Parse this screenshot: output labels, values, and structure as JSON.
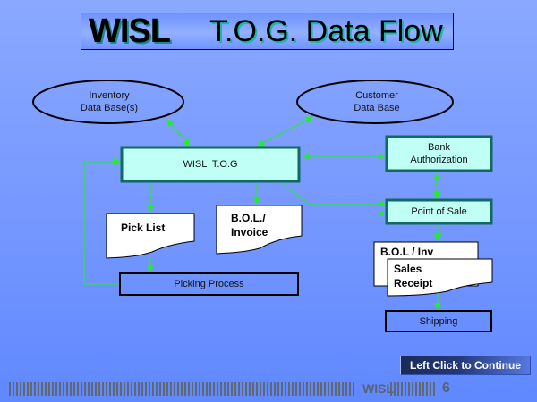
{
  "title": {
    "brand": "WISL",
    "text": "T.O.G. Data Flow"
  },
  "nodes": {
    "inventory_db": {
      "line1": "Inventory",
      "line2": "Data Base(s)",
      "shape": "ellipse"
    },
    "customer_db": {
      "line1": "Customer",
      "line2": "Data Base",
      "shape": "ellipse"
    },
    "wisl_tog": {
      "label": "WISL  T.O.G",
      "shape": "process"
    },
    "bank_auth": {
      "line1": "Bank",
      "line2": "Authorization",
      "shape": "process"
    },
    "point_of_sale": {
      "label": "Point of Sale",
      "shape": "process"
    },
    "pick_list": {
      "label": "Pick List",
      "shape": "document"
    },
    "bol_invoice": {
      "line1": "B.O.L./",
      "line2": "Invoice",
      "shape": "document"
    },
    "bol_inv": {
      "label": "B.O.L / Inv",
      "shape": "document"
    },
    "sales_receipt": {
      "line1": "Sales",
      "line2": "Receipt",
      "shape": "document"
    },
    "picking_process": {
      "label": "Picking Process",
      "shape": "box"
    },
    "shipping": {
      "label": "Shipping",
      "shape": "box"
    }
  },
  "edges": [
    {
      "from": "inventory_db",
      "to": "wisl_tog",
      "bidirectional": true
    },
    {
      "from": "customer_db",
      "to": "wisl_tog",
      "bidirectional": true
    },
    {
      "from": "wisl_tog",
      "to": "bank_auth",
      "bidirectional": true
    },
    {
      "from": "bank_auth",
      "to": "point_of_sale",
      "bidirectional": true
    },
    {
      "from": "wisl_tog",
      "to": "pick_list",
      "bidirectional": false
    },
    {
      "from": "wisl_tog",
      "to": "bol_invoice",
      "bidirectional": false
    },
    {
      "from": "wisl_tog",
      "to": "point_of_sale",
      "bidirectional": false
    },
    {
      "from": "bol_invoice",
      "to": "point_of_sale",
      "bidirectional": false
    },
    {
      "from": "pick_list",
      "to": "picking_process",
      "bidirectional": false
    },
    {
      "from": "picking_process",
      "to": "wisl_tog",
      "bidirectional": false
    },
    {
      "from": "point_of_sale",
      "to": "bol_inv",
      "bidirectional": false
    },
    {
      "from": "sales_receipt",
      "to": "shipping",
      "bidirectional": false
    }
  ],
  "colors": {
    "arrow": "#22ee22",
    "process_fill": "#c0fff5",
    "process_border": "#0f6a60"
  },
  "continue_button": {
    "label": "Left Click to Continue"
  },
  "footer": {
    "brand": "WISL",
    "page": "6"
  }
}
